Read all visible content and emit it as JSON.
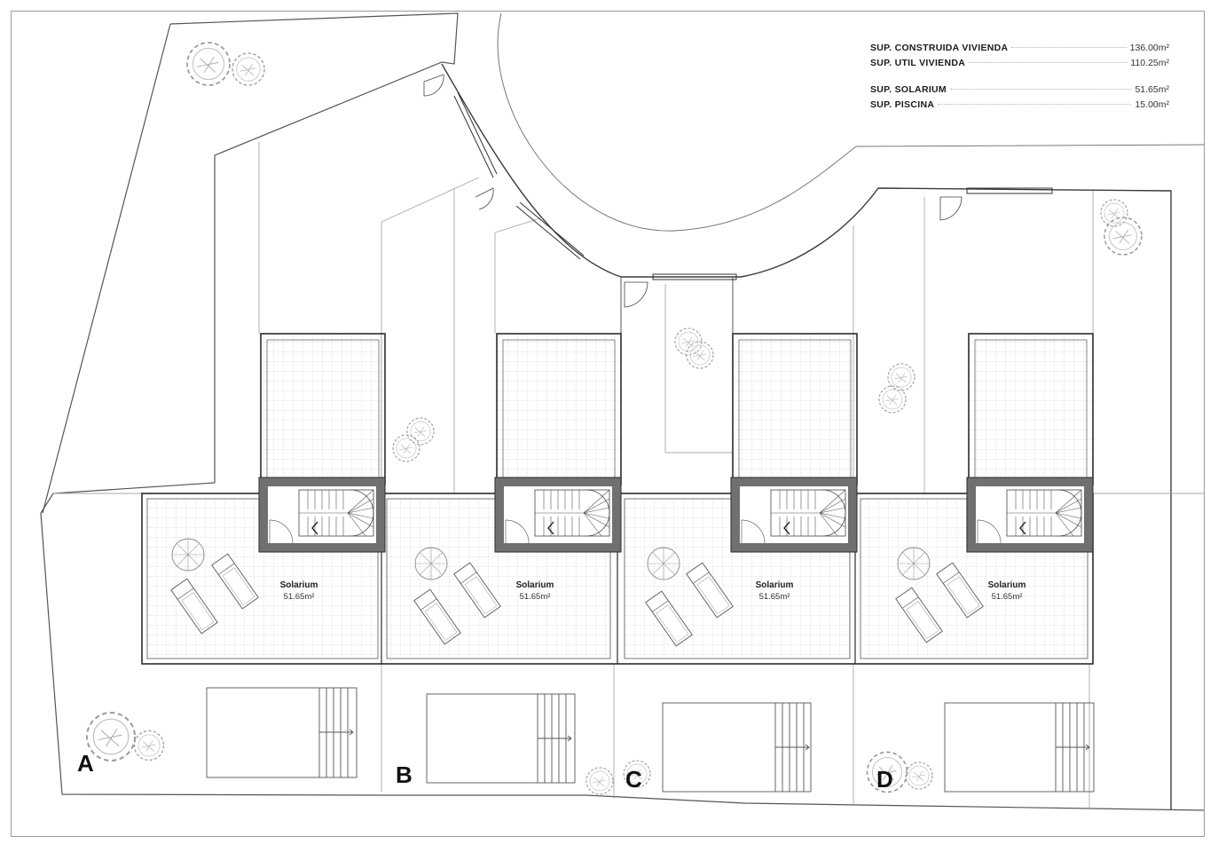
{
  "legend": [
    {
      "label": "SUP. CONSTRUIDA VIVIENDA",
      "value": "136.00m²"
    },
    {
      "label": "SUP. UTIL VIVIENDA",
      "value": "110.25m²"
    },
    {
      "label": "SUP. SOLARIUM",
      "value": "51.65m²"
    },
    {
      "label": "SUP. PISCINA",
      "value": "15.00m²"
    }
  ],
  "units": [
    {
      "letter": "A",
      "solarium_label": "Solarium",
      "solarium_area": "51.65m²"
    },
    {
      "letter": "B",
      "solarium_label": "Solarium",
      "solarium_area": "51.65m²"
    },
    {
      "letter": "C",
      "solarium_label": "Solarium",
      "solarium_area": "51.65m²"
    },
    {
      "letter": "D",
      "solarium_label": "Solarium",
      "solarium_area": "51.65m²"
    }
  ],
  "colors": {
    "line": "#2b2b2b",
    "wall": "#6e6e6e",
    "thin": "#a8a8a8",
    "grid": "#d6d6d6",
    "background": "#ffffff"
  }
}
